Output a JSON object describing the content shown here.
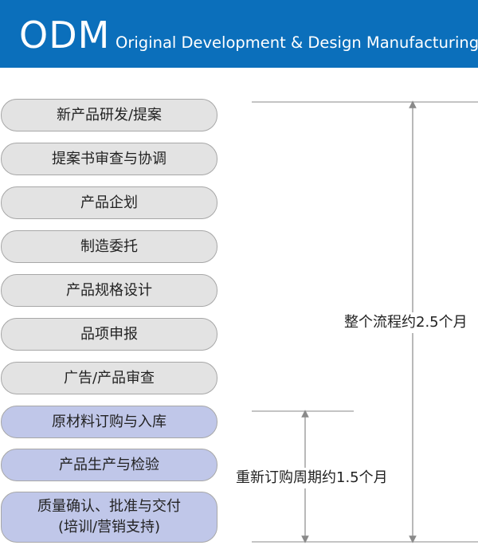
{
  "header": {
    "abbr": "ODM",
    "full_name": "Original Development & Design Manufacturing"
  },
  "steps": [
    {
      "label": "新产品研发/提案",
      "color": "gray"
    },
    {
      "label": "提案书审查与协调",
      "color": "gray"
    },
    {
      "label": "产品企划",
      "color": "gray"
    },
    {
      "label": "制造委托",
      "color": "gray"
    },
    {
      "label": "产品规格设计",
      "color": "gray"
    },
    {
      "label": "品项申报",
      "color": "gray"
    },
    {
      "label": "广告/产品审查",
      "color": "gray"
    },
    {
      "label": "原材料订购与入库",
      "color": "blue"
    },
    {
      "label": "产品生产与检验",
      "color": "blue"
    },
    {
      "label": "质量确认、批准与交付\n(培训/营销支持)",
      "color": "blue"
    }
  ],
  "durations": {
    "total": "整个流程约2.5个月",
    "reorder": "重新订购周期约1.5个月"
  },
  "colors": {
    "header_bg": "#0b6fbb",
    "step_gray": "#e3e3e3",
    "step_blue": "#c0c7e9",
    "line": "#8a8a8a"
  }
}
